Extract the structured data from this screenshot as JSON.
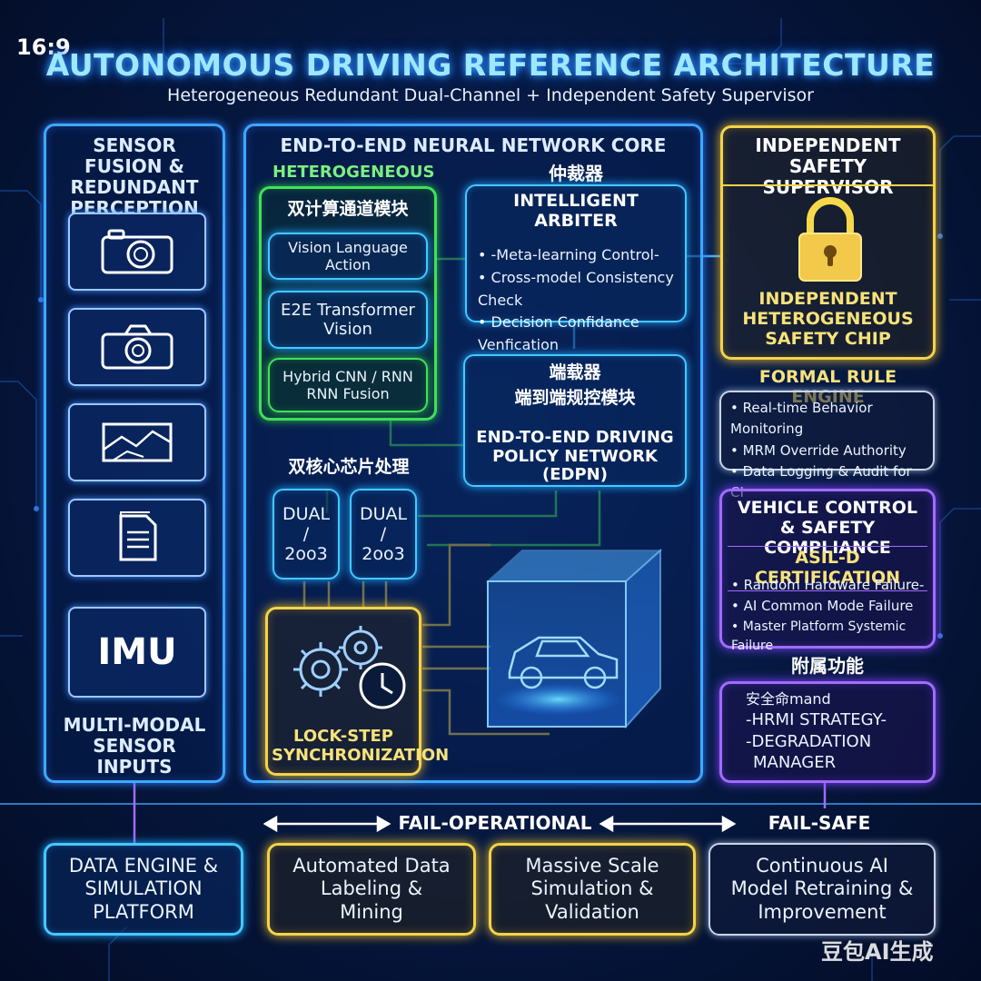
{
  "aspect_label": "16:9",
  "title": "AUTONOMOUS DRIVING REFERENCE ARCHITECTURE",
  "subtitle": "Heterogeneous Redundant Dual-Channel + Independent Safety Supervisor",
  "left_panel": {
    "title": "SENSOR FUSION & REDUNDANT PERCEPTION",
    "sensors": [
      {
        "icon": "camera-icon"
      },
      {
        "icon": "camera-icon"
      },
      {
        "icon": "radar-map-icon"
      },
      {
        "icon": "document-icon"
      },
      {
        "label": "IMU"
      }
    ],
    "footer": "MULTI-MODAL SENSOR INPUTS"
  },
  "center_panel": {
    "title": "END-TO-END NEURAL NETWORK CORE",
    "hetero": {
      "label": "HETEROGENEOUS",
      "title": "双计算通道模块",
      "items": [
        "Vision Language Action",
        "E2E Transformer Vision",
        "Hybrid CNN / RNN RNN Fusion"
      ]
    },
    "arbiter": {
      "cn": "仲裁器",
      "title": "INTELLIGENT ARBITER",
      "items": [
        "-Meta-learning Control-",
        "Cross-model Consistency Check",
        "Decision Confidance Venfication"
      ]
    },
    "edpn": {
      "cn1": "端载器",
      "cn2": "端到端规控模块",
      "title": "END-TO-END DRIVING POLICY NETWORK (EDPN)"
    },
    "dual_label": "双核心芯片处理",
    "dual_chips": [
      {
        "line1": "DUAL",
        "line2": "/",
        "line3": "2oo3"
      },
      {
        "line1": "DUAL",
        "line2": "/",
        "line3": "2oo3"
      }
    ],
    "lockstep": "LOCK-STEP SYNCHRONIZATION"
  },
  "right_panel": {
    "supervisor_title": "INDEPENDENT SAFETY SUPERVISOR",
    "chip_label": "INDEPENDENT HETEROGENEOUS SAFETY CHIP",
    "rule_engine": {
      "title": "FORMAL RULE ENGINE",
      "items": [
        "Real-time Behavior Monitoring",
        "MRM Override Authority",
        "Data Logging & Audit for CI"
      ]
    },
    "compliance": {
      "title": "VEHICLE CONTROL & SAFETY COMPLIANCE",
      "cert": "ASIL-D CERTIFICATION",
      "items": [
        "Random Hardware Failure-",
        "AI Common Mode Failure",
        "Master Platform Systemic Failure"
      ]
    },
    "aux": {
      "cn": "附属功能",
      "items": [
        "安全命mand",
        "-HRMI STRATEGY-",
        "-DEGRADATION",
        "MANAGER"
      ]
    }
  },
  "fail": {
    "operational": "FAIL-OPERATIONAL",
    "safe": "FAIL-SAFE"
  },
  "bottom": [
    {
      "label": "DATA ENGINE & SIMULATION PLATFORM"
    },
    {
      "label": "Automated Data Labeling & Mining"
    },
    {
      "label": "Massive Scale Simulation & Validation"
    },
    {
      "label": "Continuous AI Model Retraining & Improvement"
    }
  ],
  "watermark": "豆包AI生成",
  "colors": {
    "blue": "#3ea8ff",
    "green": "#42e05a",
    "yellow": "#f3d34a",
    "purple": "#a36bff"
  }
}
